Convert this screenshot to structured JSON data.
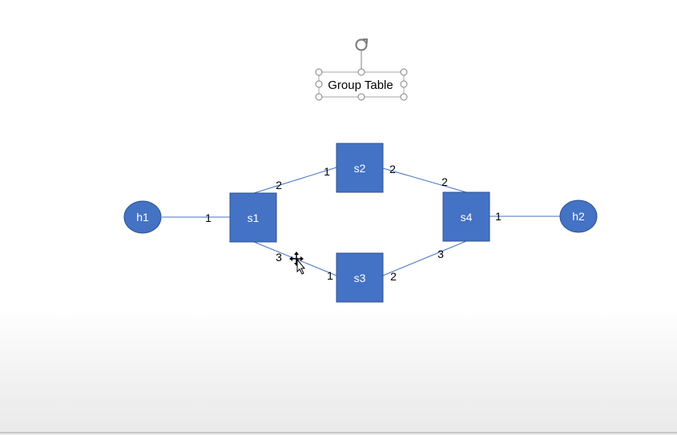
{
  "textbox": {
    "title": "Group Table"
  },
  "colors": {
    "node_fill": "#4472c4",
    "node_stroke": "#2f528f",
    "link": "#4472c4",
    "handle": "#808080"
  },
  "nodes": {
    "h1": "h1",
    "h2": "h2",
    "s1": "s1",
    "s2": "s2",
    "s3": "s3",
    "s4": "s4"
  },
  "ports": {
    "h1_s1_at_s1": "1",
    "s1_s2_at_s1": "2",
    "s1_s2_at_s2": "1",
    "s1_s3_at_s1": "3",
    "s1_s3_at_s3": "1",
    "s2_s4_at_s2": "2",
    "s2_s4_at_s4": "2",
    "s3_s4_at_s3": "2",
    "s3_s4_at_s4": "3",
    "s4_h2_at_s4": "1"
  },
  "icons": {
    "rotate": "rotate-handle-icon",
    "cursor": "move-cursor-icon"
  }
}
